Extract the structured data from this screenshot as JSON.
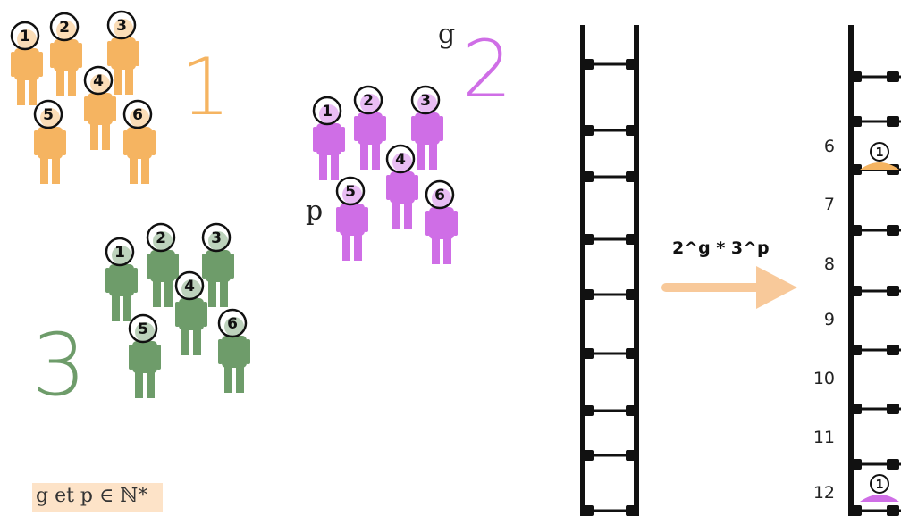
{
  "colors": {
    "group1": "#f5b461",
    "group2": "#cf6ee6",
    "group3": "#6e9c6a",
    "arrow": "#f8c99a",
    "ladder": "#111111"
  },
  "groups": [
    {
      "label": "1",
      "color_key": "group1",
      "people": [
        "1",
        "2",
        "3",
        "4",
        "5",
        "6"
      ]
    },
    {
      "label": "2",
      "color_key": "group2",
      "people": [
        "1",
        "2",
        "3",
        "4",
        "5",
        "6"
      ]
    },
    {
      "label": "3",
      "color_key": "group3",
      "people": [
        "1",
        "2",
        "3",
        "4",
        "5",
        "6"
      ]
    }
  ],
  "variables": {
    "g": "g",
    "p": "p"
  },
  "formula": "2^g * 3^p",
  "rung_labels": [
    "6",
    "7",
    "8",
    "9",
    "10",
    "11",
    "12"
  ],
  "markers": [
    {
      "rung": "6",
      "badge": "1",
      "color_key": "group1"
    },
    {
      "rung": "12",
      "badge": "1",
      "color_key": "group2"
    }
  ],
  "note": "g et p ∈ ℕ*"
}
